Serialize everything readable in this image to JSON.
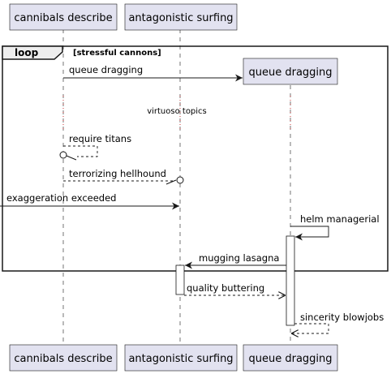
{
  "participants": [
    {
      "id": "p1",
      "name": "cannibals describe"
    },
    {
      "id": "p2",
      "name": "antagonistic surfing"
    },
    {
      "id": "p3",
      "name": "queue dragging"
    }
  ],
  "loop": {
    "keyword": "loop",
    "guard": "[stressful cannons]"
  },
  "messages": {
    "m1": "queue dragging",
    "delay": "virtuoso topics",
    "m2": "require titans",
    "m3": "terrorizing hellhound",
    "m4": "exaggeration exceeded",
    "m5": "helm managerial",
    "m6": "mugging lasagna",
    "m7": "quality buttering",
    "m8": "sincerity blowjobs"
  },
  "colors": {
    "participant_fill": "#e2e2f0",
    "border": "#181818",
    "loop_header_fill": "#eeeeee",
    "delay_dots": "#cc3333"
  }
}
